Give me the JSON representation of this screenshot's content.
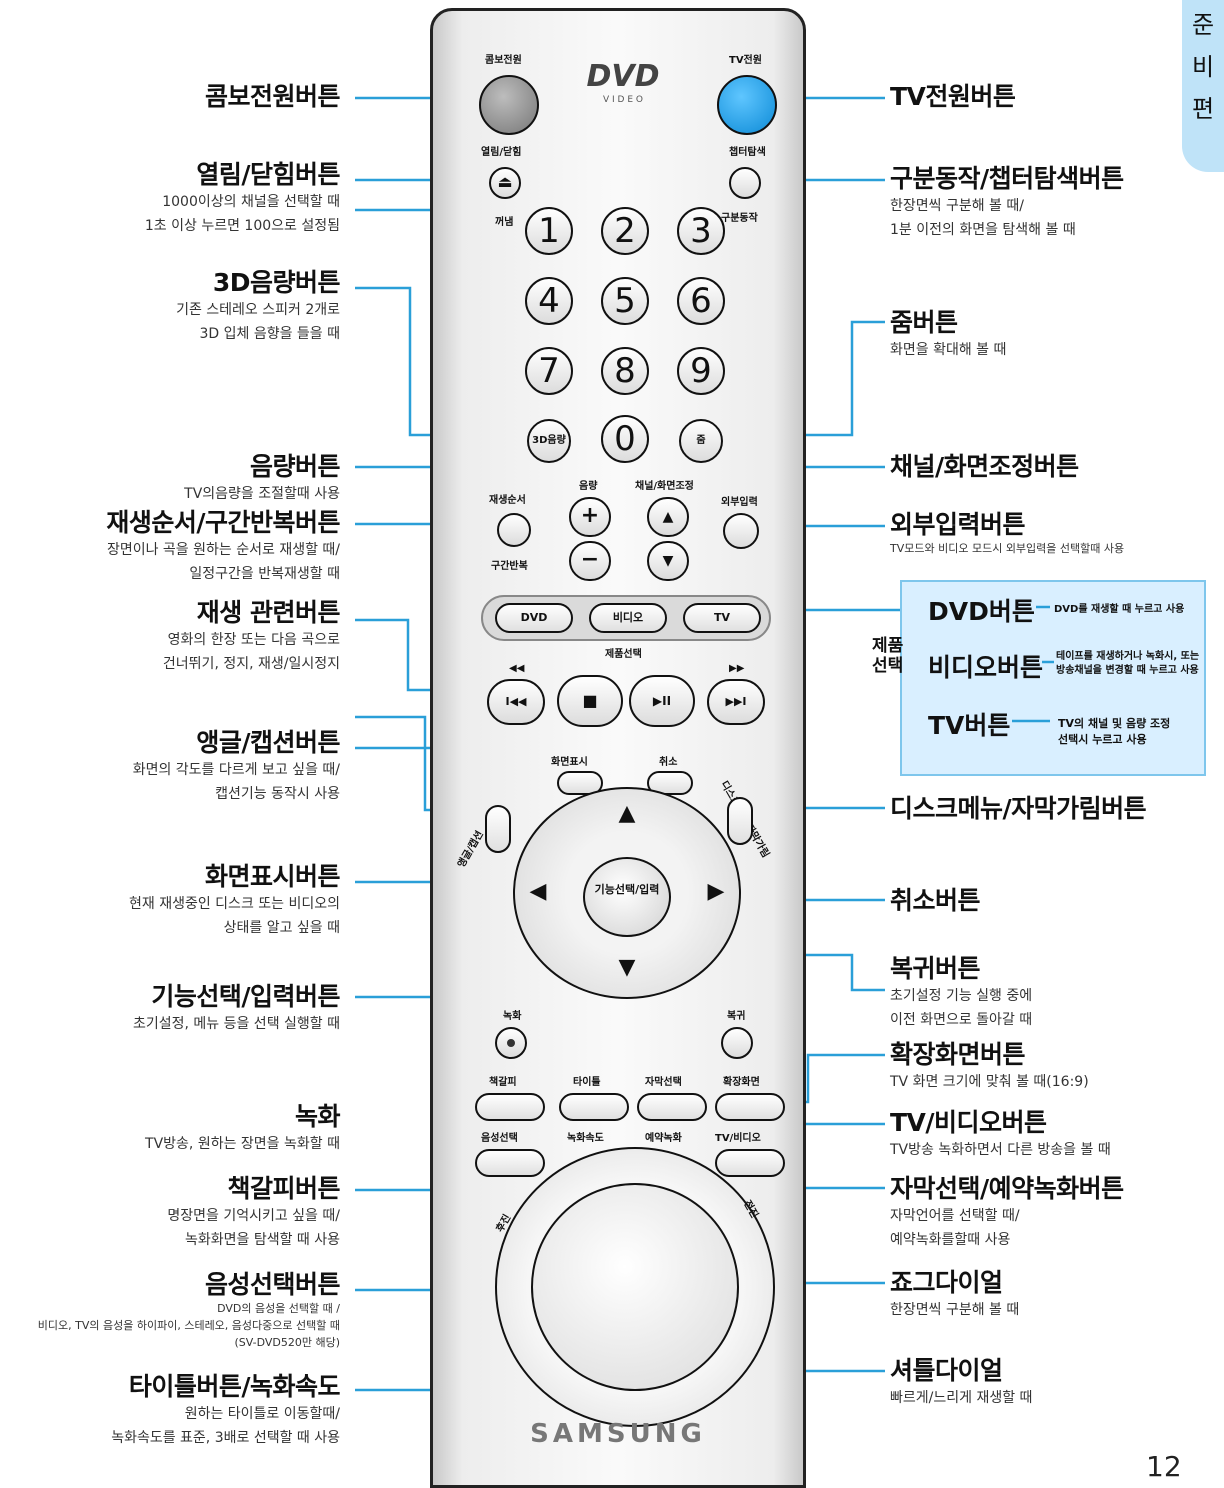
{
  "labels": {
    "combo_power": {
      "title": "콤보전원버튼"
    },
    "open_close": {
      "title": "열림/닫힘버튼",
      "desc1": "1000이상의 채널을 선택할 때",
      "desc2": "1초 이상 누르면 100으로 설정됨"
    },
    "audio3d": {
      "title": "3D음량버튼",
      "desc1": "기존 스테레오 스피커 2개로",
      "desc2": "3D 입체 음향을 들을 때"
    },
    "volume": {
      "title": "음량버튼",
      "desc1": "TV의음량을 조절할때 사용"
    },
    "repeat": {
      "title": "재생순서/구간반복버튼",
      "desc1": "장면이나 곡을 원하는 순서로 재생할 때/",
      "desc2": "일정구간을 반복재생할 때"
    },
    "playback": {
      "title": "재생 관련버튼",
      "desc1": "영화의 한장 또는 다음 곡으로",
      "desc2": "건너뛰기, 정지, 재생/일시정지"
    },
    "angle": {
      "title": "앵글/캡션버튼",
      "desc1": "화면의 각도를  다르게 보고 싶을 때/",
      "desc2": "캡션기능 동작시 사용"
    },
    "display": {
      "title": "화면표시버튼",
      "desc1": "현재 재생중인 디스크 또는 비디오의",
      "desc2": "상태를 알고 싶을 때"
    },
    "enter": {
      "title": "기능선택/입력버튼",
      "desc1": "초기설정, 메뉴 등을 선택 실행할 때"
    },
    "record": {
      "title": "녹화",
      "desc1": "TV방송, 원하는 장면을 녹화할 때"
    },
    "bookmark": {
      "title": "책갈피버튼",
      "desc1": "명장면을 기억시키고 싶을 때/",
      "desc2": "녹화화면을 탐색할 때 사용"
    },
    "audio_select": {
      "title": "음성선택버튼",
      "desc1": "DVD의 음성을 선택할 때 /",
      "desc2": "비디오, TV의 음성을 하이파이, 스테레오, 음성다중으로 선택할 때",
      "desc3": "(SV-DVD520만 해당)"
    },
    "title_speed": {
      "title": "타이틀버튼/녹화속도",
      "desc1": "원하는 타이틀로 이동할때/",
      "desc2": "녹화속도를 표준, 3배로 선택할 때 사용"
    },
    "tv_power": {
      "title": "TV전원버튼"
    },
    "chapter": {
      "title": "구분동작/챕터탐색버튼",
      "desc1": "한장면씩 구분해 볼 때/",
      "desc2": "1분 이전의 화면을 탐색해 볼 때"
    },
    "zoom": {
      "title": "줌버튼",
      "desc1": "화면을 확대해 볼 때"
    },
    "channel": {
      "title": "채널/화면조정버튼"
    },
    "input": {
      "title": "외부입력버튼",
      "desc1": "TV모드와 비디오 모드시 외부입력을 선택할때 사용"
    },
    "disc_menu": {
      "title": "디스크메뉴/자막가림버튼"
    },
    "cancel": {
      "title": "취소버튼"
    },
    "return": {
      "title": "복귀버튼",
      "desc1": "초기설정 기능 실행 중에",
      "desc2": "이전 화면으로 돌아갈 때"
    },
    "wide": {
      "title": "확장화면버튼",
      "desc1": "TV 화면 크기에 맞춰 볼 때(16:9)"
    },
    "tv_video": {
      "title": "TV/비디오버튼",
      "desc1": "TV방송 녹화하면서 다른 방송을 볼 때"
    },
    "subtitle": {
      "title": "자막선택/예약녹화버튼",
      "desc1": "자막언어를 선택할 때/",
      "desc2": "예약녹화를할때 사용"
    },
    "jog": {
      "title": "죠그다이얼",
      "desc1": "한장면씩 구분해 볼 때"
    },
    "shuttle": {
      "title": "셔틀다이얼",
      "desc1": "빠르게/느리게 재생할 때"
    }
  },
  "product_select": {
    "side_label_1": "제품",
    "side_label_2": "선택",
    "dvd": {
      "title": "DVD버튼",
      "desc1": "DVD를 재생할 때 누르고 사용"
    },
    "video": {
      "title": "비디오버튼",
      "desc1": "테이프를 재생하거나 녹화시, 또는",
      "desc2": "방송채널을 변경할 때 누르고 사용"
    },
    "tv": {
      "title": "TV버튼",
      "desc1": "TV의 채널 및 음량 조정",
      "desc2": "선택시 누르고 사용"
    }
  },
  "remote": {
    "combo_power_label": "콤보전원",
    "tv_power_label": "TV전원",
    "dvd_logo": "DVD",
    "dvd_logo_sub": "V I D E O",
    "open_close_label": "열림/닫힘",
    "chapter_label": "챕터탐색",
    "off_label": "꺼냄",
    "step_label": "구분동작",
    "numbers": [
      "1",
      "2",
      "3",
      "4",
      "5",
      "6",
      "7",
      "8",
      "9"
    ],
    "zero": "0",
    "audio3d_btn": "3D음량",
    "zoom_btn": "줌",
    "repeat_top": "재생순서",
    "repeat_bottom": "구간반복",
    "volume_label": "음량",
    "volume_up": "+",
    "volume_down": "−",
    "channel_label": "채널/화면조정",
    "channel_up": "▲",
    "channel_down": "▼",
    "input_label": "외부입력",
    "dvd_btn": "DVD",
    "video_btn": "비디오",
    "tv_btn": "TV",
    "product_select_label": "제품선택",
    "skip_back": "◀◀",
    "skip_fwd": "▶▶",
    "prev_icon": "I◀◀",
    "stop_icon": "■",
    "play_icon": "▶II",
    "next_icon": "▶▶I",
    "display_label": "화면표시",
    "cancel_label": "취소",
    "angle_label": "앵글/캡션",
    "disc_label": "디스크메뉴/자막가림",
    "enter_label": "기능선택/입력",
    "arrow_up": "▲",
    "arrow_down": "▼",
    "arrow_left": "◀",
    "arrow_right": "▶",
    "record_label": "녹화",
    "return_label": "복귀",
    "bookmark_label": "책갈피",
    "title_label": "타이틀",
    "subtitle_label": "자막선택",
    "wide_label": "확장화면",
    "audio_label": "음성선택",
    "speed_label": "녹화속도",
    "timer_label": "예약녹화",
    "tv_video_label": "TV/비디오",
    "rew_label": "후진",
    "fwd_label": "전진",
    "brand": "SAMSUNG"
  },
  "tab": {
    "text": "준비편"
  },
  "page_number": "12",
  "colors": {
    "leader": "#2a9fd8",
    "tv_power": "#1a9be0",
    "panel_bg": "#d9efff",
    "tab_bg": "#bfe3f8"
  }
}
